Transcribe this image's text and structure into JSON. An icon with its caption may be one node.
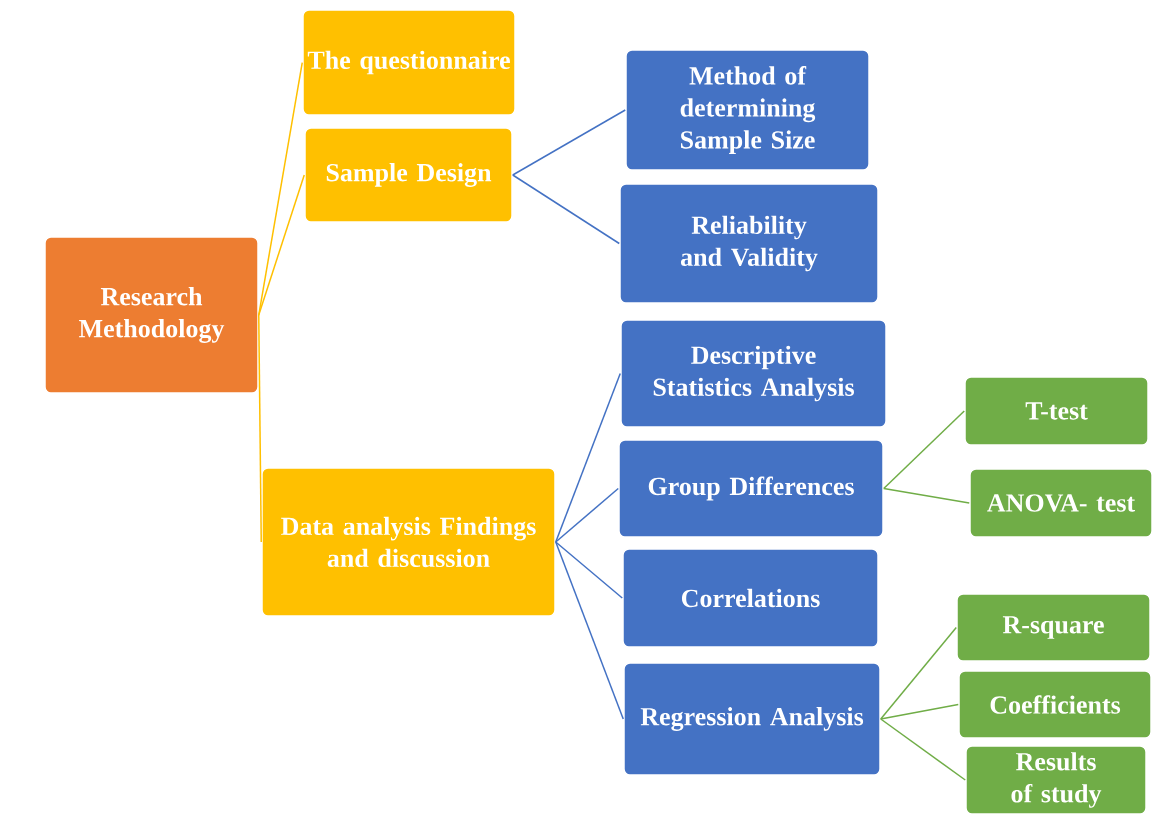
{
  "diagram": {
    "nodes": [
      {
        "text": [
          "Research Methodology"
        ]
      },
      {
        "text": [
          "The questionnaire"
        ]
      },
      {
        "text": [
          "Sample Design"
        ]
      },
      {
        "text": [
          "Data analysis Findings and discussion"
        ]
      },
      {
        "text": [
          "Method of determining Sample Size"
        ]
      },
      {
        "text": [
          "Reliability and Validity"
        ]
      },
      {
        "text": [
          "Descriptive Statistics Analysis"
        ]
      },
      {
        "text": [
          "Group Differences"
        ]
      },
      {
        "text": [
          "Correlations"
        ]
      },
      {
        "text": [
          "Regression Analysis"
        ]
      },
      {
        "text": [
          "T-test"
        ]
      },
      {
        "text": [
          "ANOVA- test"
        ]
      },
      {
        "text": [
          "R-square"
        ]
      },
      {
        "text": [
          "Coefficients"
        ]
      },
      {
        "text": [
          "Results of study"
        ]
      }
    ],
    "edges": [
      {
        "from": 0,
        "to": 1,
        "arrow": "none",
        "color": "#ffc000"
      },
      {
        "from": 0,
        "to": 2,
        "arrow": "none",
        "color": "#ffc000"
      },
      {
        "from": 0,
        "to": 3,
        "arrow": "none",
        "color": "#ffc000"
      },
      {
        "from": 2,
        "to": 4,
        "arrow": "none"
      },
      {
        "from": 2,
        "to": 5,
        "arrow": "none"
      },
      {
        "from": 3,
        "to": 6,
        "arrow": "none"
      },
      {
        "from": 3,
        "to": 7,
        "arrow": "none"
      },
      {
        "from": 3,
        "to": 8,
        "arrow": "none"
      },
      {
        "from": 3,
        "to": 9,
        "arrow": "none"
      },
      {
        "from": 7,
        "to": 10,
        "arrow": "none",
        "color": "#70ad47"
      },
      {
        "from": 7,
        "to": 11,
        "arrow": "none",
        "color": "#70ad47"
      },
      {
        "from": 9,
        "to": 12,
        "arrow": "none",
        "color": "#70ad47"
      },
      {
        "from": 9,
        "to": 13,
        "arrow": "none",
        "color": "#70ad47"
      },
      {
        "from": 9,
        "to": 14,
        "arrow": "none",
        "color": "#70ad47"
      }
    ]
  }
}
